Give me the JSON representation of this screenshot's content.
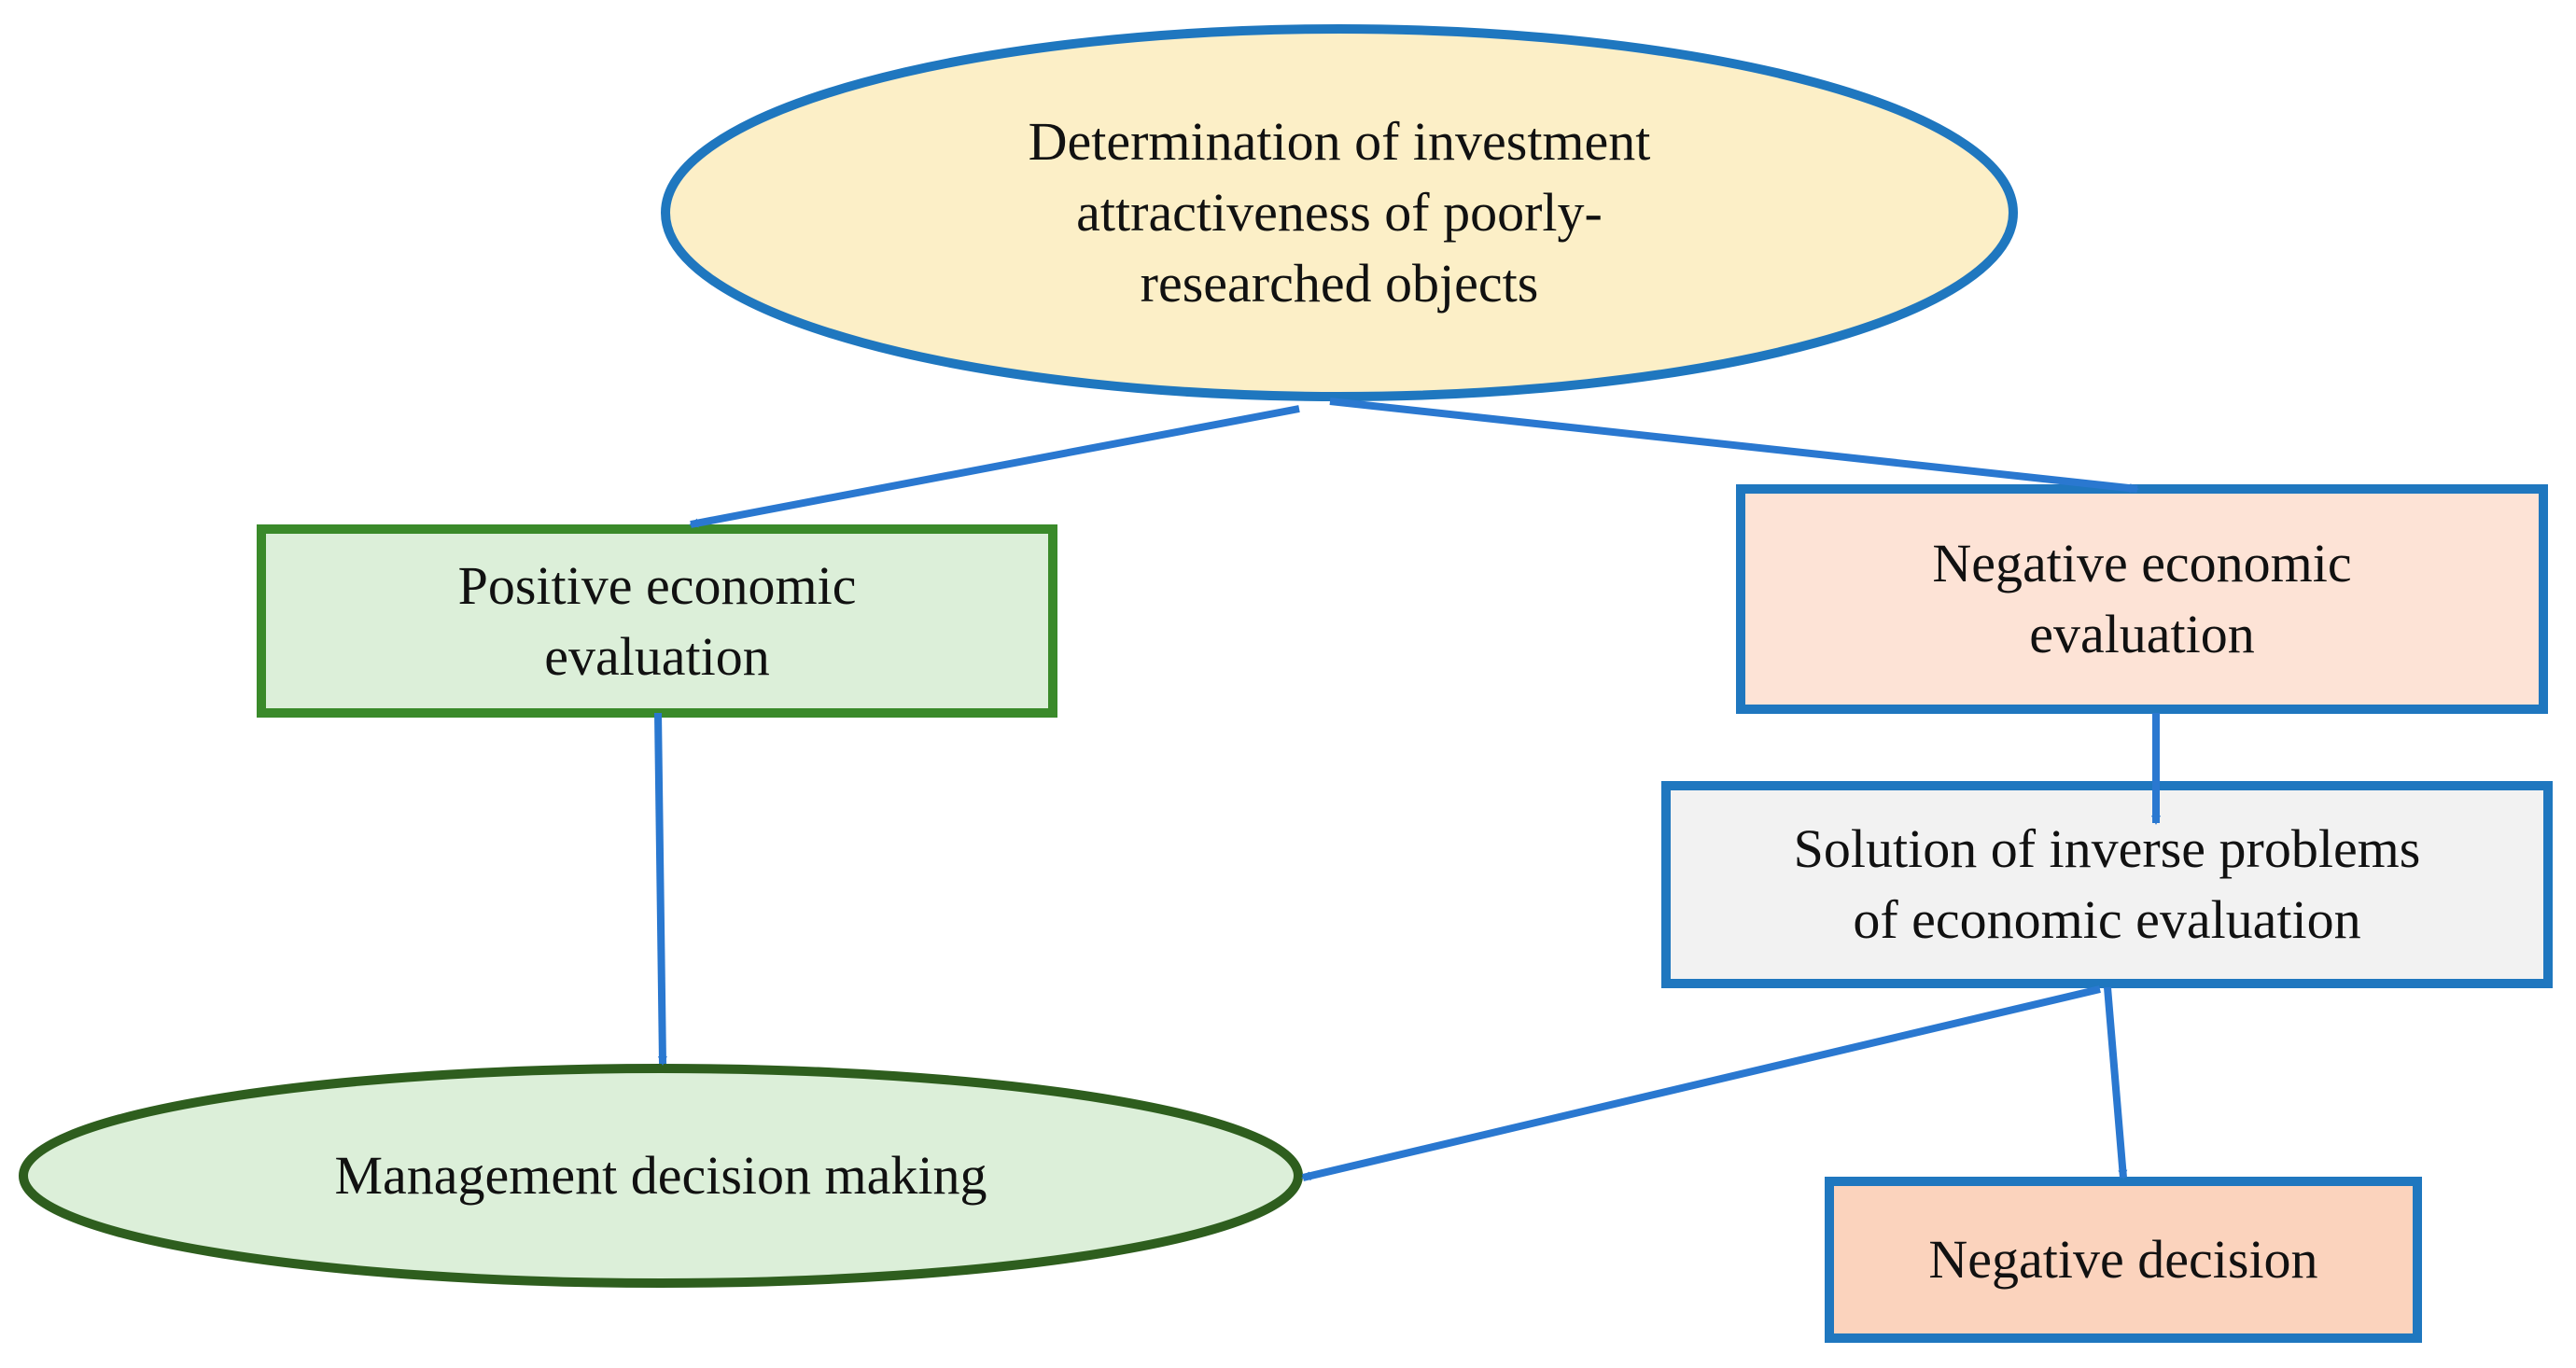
{
  "nodes": {
    "top": {
      "label": "Determination of investment\nattractiveness of poorly-\nresearched objects",
      "fill": "#fcefc7",
      "stroke": "#1f77bf"
    },
    "positive": {
      "label": "Positive economic\nevaluation",
      "fill": "#dcefd9",
      "stroke": "#3a8a2a"
    },
    "negative": {
      "label": "Negative economic\nevaluation",
      "fill": "#fde3d6",
      "stroke": "#1f77bf"
    },
    "inverse": {
      "label": "Solution of inverse problems\nof economic evaluation",
      "fill": "#f2f2f2",
      "stroke": "#1f77bf"
    },
    "management": {
      "label": "Management decision making",
      "fill": "#dcefd9",
      "stroke": "#2e5e1e"
    },
    "neg_decision": {
      "label": "Negative decision",
      "fill": "#fbd3bd",
      "stroke": "#1f77bf"
    }
  },
  "edges": [
    {
      "from": "top",
      "to": "positive"
    },
    {
      "from": "top",
      "to": "negative"
    },
    {
      "from": "positive",
      "to": "management"
    },
    {
      "from": "negative",
      "to": "inverse"
    },
    {
      "from": "inverse",
      "to": "management"
    },
    {
      "from": "inverse",
      "to": "neg_decision"
    }
  ],
  "colors": {
    "arrow": "#2a78d0"
  }
}
